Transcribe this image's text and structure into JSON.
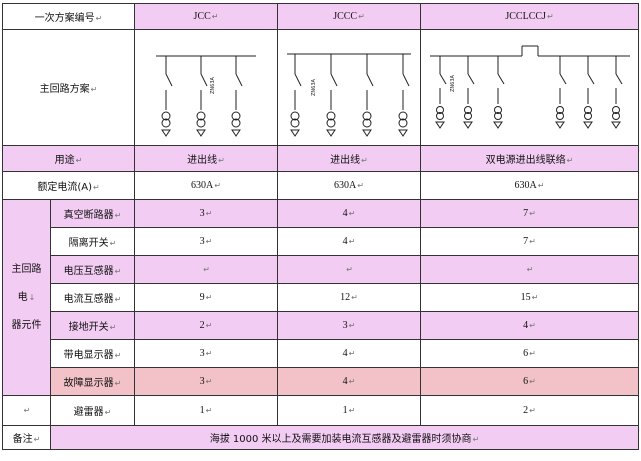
{
  "header": {
    "scheme_label": "一次方案编号",
    "col1": "JCC",
    "col2": "JCCC",
    "col3": "JCCLCCJ"
  },
  "circuit_row": {
    "label": "主回路方案",
    "breaker_text": "ZN63A"
  },
  "usage_row": {
    "label": "用途",
    "col1": "进出线",
    "col2": "进出线",
    "col3": "双电源进出线联络"
  },
  "current_row": {
    "label": "额定电流(A)",
    "col1": "630A",
    "col2": "630A",
    "col3": "630A"
  },
  "components": {
    "group_label_1": "主回路",
    "group_label_2": "电",
    "group_label_3": "器元件",
    "rows": [
      {
        "name": "真空断路器",
        "c1": "3",
        "c2": "4",
        "c3": "7"
      },
      {
        "name": "隔离开关",
        "c1": "3",
        "c2": "4",
        "c3": "7"
      },
      {
        "name": "电压互感器",
        "c1": "",
        "c2": "",
        "c3": ""
      },
      {
        "name": "电流互感器",
        "c1": "9",
        "c2": "12",
        "c3": "15"
      },
      {
        "name": "接地开关",
        "c1": "2",
        "c2": "3",
        "c3": "4"
      },
      {
        "name": "带电显示器",
        "c1": "3",
        "c2": "4",
        "c3": "6"
      },
      {
        "name": "故障显示器",
        "c1": "3",
        "c2": "4",
        "c3": "6"
      }
    ]
  },
  "arrester_row": {
    "name": "避雷器",
    "c1": "1",
    "c2": "1",
    "c3": "2"
  },
  "note_row": {
    "label": "备注",
    "text": "海拔 1000 米以上及需要加装电流互感器及避雷器时须协商"
  },
  "colors": {
    "pink": "#f2ccf2",
    "salmon": "#f2c2c8",
    "border": "#333333"
  }
}
